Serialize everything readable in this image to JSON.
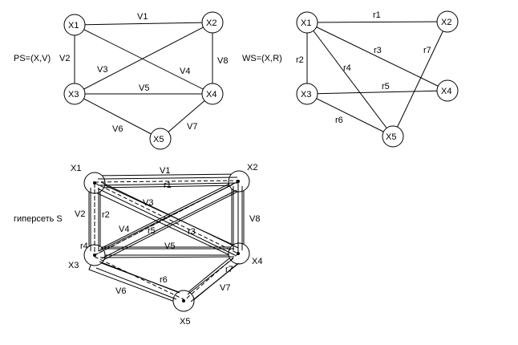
{
  "ps_graph": {
    "label": "PS=(X,V)",
    "vertices": [
      "X1",
      "X2",
      "X3",
      "X4",
      "X5"
    ],
    "edges": [
      {
        "name": "V1",
        "from": "X1",
        "to": "X2"
      },
      {
        "name": "V2",
        "from": "X1",
        "to": "X3"
      },
      {
        "name": "V3",
        "from": "X3",
        "to": "X2"
      },
      {
        "name": "V4",
        "from": "X1",
        "to": "X4"
      },
      {
        "name": "V5",
        "from": "X3",
        "to": "X4"
      },
      {
        "name": "V6",
        "from": "X3",
        "to": "X5"
      },
      {
        "name": "V7",
        "from": "X4",
        "to": "X5"
      },
      {
        "name": "V8",
        "from": "X2",
        "to": "X4"
      }
    ]
  },
  "ws_graph": {
    "label": "WS=(X,R)",
    "vertices": [
      "X1",
      "X2",
      "X3",
      "X4",
      "X5"
    ],
    "edges": [
      {
        "name": "r1",
        "from": "X1",
        "to": "X2"
      },
      {
        "name": "r2",
        "from": "X1",
        "to": "X3"
      },
      {
        "name": "r3",
        "from": "X1",
        "to": "X4"
      },
      {
        "name": "r4",
        "from": "X1",
        "to": "X5"
      },
      {
        "name": "r5",
        "from": "X3",
        "to": "X4"
      },
      {
        "name": "r6",
        "from": "X3",
        "to": "X5"
      },
      {
        "name": "r7",
        "from": "X2",
        "to": "X5"
      }
    ]
  },
  "hypernet": {
    "label": "гиперсеть S",
    "vertices": [
      "X1",
      "X2",
      "X3",
      "X4",
      "X5"
    ],
    "edge_labels": [
      "V1",
      "V2",
      "V3",
      "V4",
      "V5",
      "V6",
      "V7",
      "V8"
    ],
    "route_labels": [
      "r1",
      "r2",
      "r3",
      "r4",
      "r5",
      "r6",
      "r7"
    ]
  }
}
